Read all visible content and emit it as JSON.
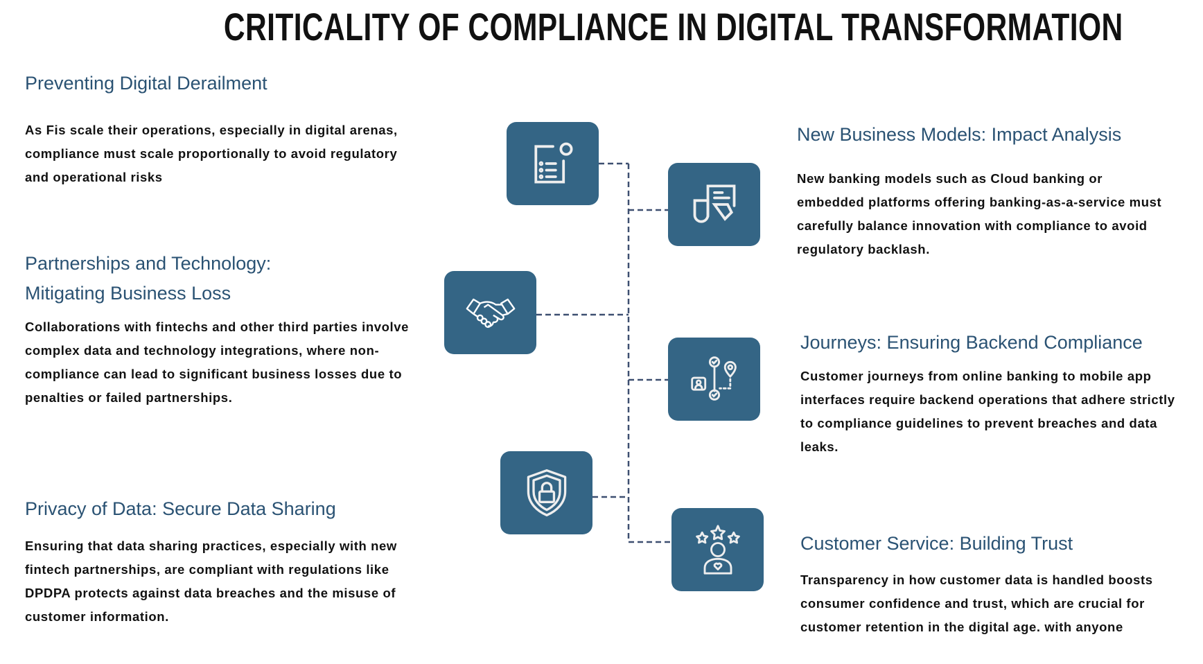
{
  "title": "CRITICALITY OF COMPLIANCE IN DIGITAL TRANSFORMATION",
  "colors": {
    "box": "#346585",
    "heading": "#2a5273",
    "connector": "#3d4f70"
  },
  "left": [
    {
      "heading": "Preventing Digital Derailment",
      "text": "As Fis scale their operations, especially in digital arenas, compliance must scale proportionally to avoid regulatory and operational risks"
    },
    {
      "heading_line1": "Partnerships and Technology:",
      "heading_line2": "Mitigating Business Loss",
      "text": "Collaborations with fintechs and other third parties involve complex data and technology integrations, where non-compliance can lead to significant business losses due to penalties or failed partnerships."
    },
    {
      "heading": "Privacy of Data: Secure Data Sharing",
      "text": "Ensuring that data sharing practices, especially with new fintech partnerships, are compliant with regulations like DPDPA protects against data breaches and the misuse of customer information."
    }
  ],
  "right": [
    {
      "heading": "New Business Models: Impact Analysis",
      "text": "New banking models such as Cloud banking or embedded platforms offering banking-as-a-service must carefully balance innovation with compliance to avoid regulatory backlash."
    },
    {
      "heading": "Journeys: Ensuring Backend Compliance",
      "text": "Customer journeys from online banking to mobile app interfaces require backend operations that adhere strictly to compliance guidelines to prevent breaches and data leaks."
    },
    {
      "heading": "Customer Service: Building Trust",
      "text": "Transparency in how customer data is handled boosts consumer confidence and trust, which are crucial for customer retention in the digital age. with anyone"
    }
  ],
  "icons": [
    "checklist-icon",
    "capsule-tag-icon",
    "handshake-icon",
    "journey-map-icon",
    "shield-lock-icon",
    "customer-rating-icon"
  ]
}
